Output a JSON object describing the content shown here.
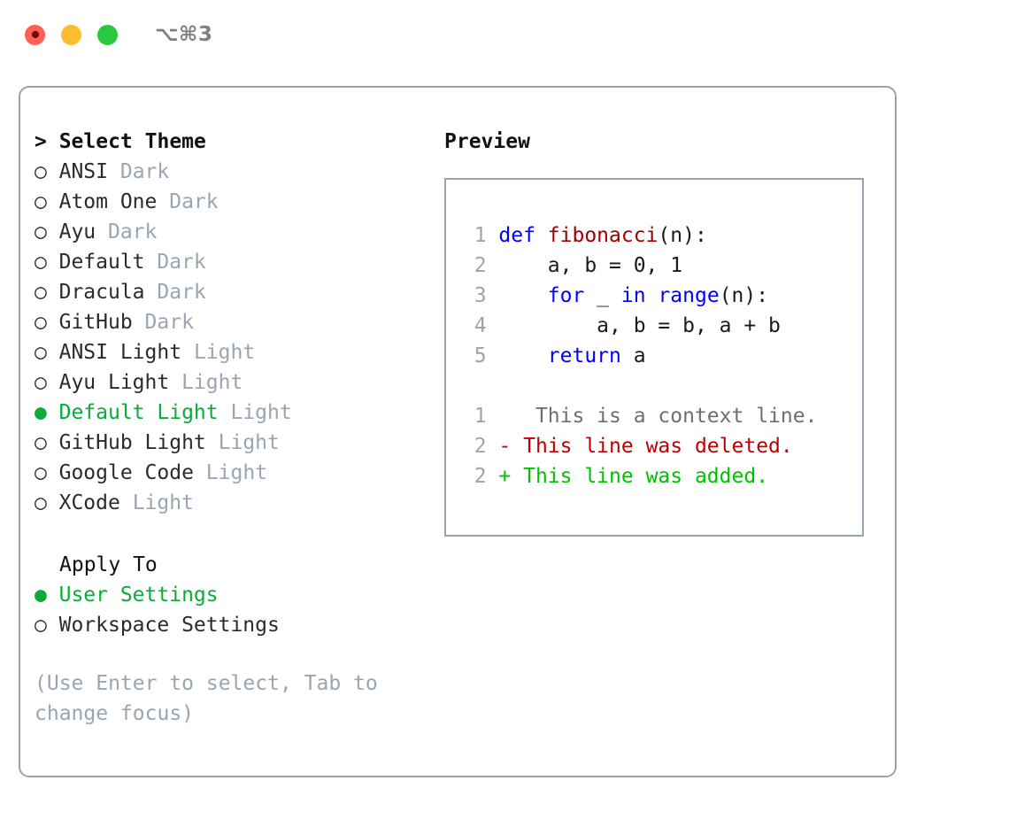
{
  "titlebar": {
    "shortcut": "⌥⌘3",
    "buttons": [
      {
        "name": "close",
        "color": "#ff5f57"
      },
      {
        "name": "minimize",
        "color": "#febc2e"
      },
      {
        "name": "zoom",
        "color": "#28c840"
      }
    ]
  },
  "theme_picker": {
    "header": "> Select Theme",
    "selected_marker": "●",
    "unselected_marker": "○",
    "accent_color": "#0bab3a",
    "tag_color": "#9aa5b4",
    "items": [
      {
        "label": "ANSI",
        "tag": "Dark",
        "selected": false
      },
      {
        "label": "Atom One",
        "tag": "Dark",
        "selected": false
      },
      {
        "label": "Ayu",
        "tag": "Dark",
        "selected": false
      },
      {
        "label": "Default",
        "tag": "Dark",
        "selected": false
      },
      {
        "label": "Dracula",
        "tag": "Dark",
        "selected": false
      },
      {
        "label": "GitHub",
        "tag": "Dark",
        "selected": false
      },
      {
        "label": "ANSI Light",
        "tag": "Light",
        "selected": false
      },
      {
        "label": "Ayu Light",
        "tag": "Light",
        "selected": false
      },
      {
        "label": "Default Light",
        "tag": "Light",
        "selected": true
      },
      {
        "label": "GitHub Light",
        "tag": "Light",
        "selected": false
      },
      {
        "label": "Google Code",
        "tag": "Light",
        "selected": false
      },
      {
        "label": "XCode",
        "tag": "Light",
        "selected": false
      }
    ]
  },
  "apply_to": {
    "header": "Apply To",
    "items": [
      {
        "label": "User Settings",
        "selected": true
      },
      {
        "label": "Workspace Settings",
        "selected": false
      }
    ]
  },
  "hint": "(Use Enter to select, Tab to change focus)",
  "preview": {
    "title": "Preview",
    "code_lines": [
      {
        "no": "1",
        "tokens": [
          {
            "text": "def ",
            "kind": "kw"
          },
          {
            "text": "fibonacci",
            "kind": "fn"
          },
          {
            "text": "(n):",
            "kind": "plain"
          }
        ]
      },
      {
        "no": "2",
        "tokens": [
          {
            "text": "    a, b = 0, 1",
            "kind": "plain"
          }
        ]
      },
      {
        "no": "3",
        "tokens": [
          {
            "text": "    ",
            "kind": "plain"
          },
          {
            "text": "for",
            "kind": "kw"
          },
          {
            "text": " _ ",
            "kind": "plain"
          },
          {
            "text": "in",
            "kind": "kw"
          },
          {
            "text": " ",
            "kind": "plain"
          },
          {
            "text": "range",
            "kind": "kw"
          },
          {
            "text": "(n):",
            "kind": "plain"
          }
        ]
      },
      {
        "no": "4",
        "tokens": [
          {
            "text": "        a, b = b, a + b",
            "kind": "plain"
          }
        ]
      },
      {
        "no": "5",
        "tokens": [
          {
            "text": "    ",
            "kind": "plain"
          },
          {
            "text": "return",
            "kind": "kw"
          },
          {
            "text": " a",
            "kind": "plain"
          }
        ]
      }
    ],
    "diff_lines": [
      {
        "no": "1",
        "sign": " ",
        "text": "  This is a context line.",
        "kind": "context"
      },
      {
        "no": "2",
        "sign": "-",
        "text": " This line was deleted.",
        "kind": "del"
      },
      {
        "no": "2",
        "sign": "+",
        "text": " This line was added.",
        "kind": "add"
      }
    ]
  }
}
